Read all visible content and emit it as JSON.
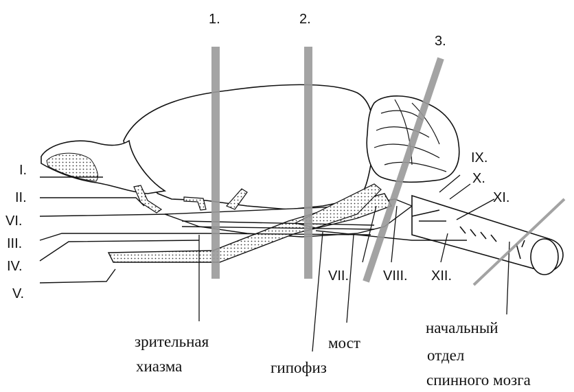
{
  "cuts": [
    {
      "number": "1.",
      "color": "#9a9a9a"
    },
    {
      "number": "2.",
      "color": "#9a9a9a"
    },
    {
      "number": "3.",
      "color": "#9a9a9a"
    }
  ],
  "nerve_labels": {
    "I": "I.",
    "II": "II.",
    "VI": "VI.",
    "III": "III.",
    "IV": "IV.",
    "V": "V.",
    "VII": "VII.",
    "VIII": "VIII.",
    "IX": "IX.",
    "X": "X.",
    "XI": "XI.",
    "XII": "XII."
  },
  "structures": {
    "chiasm_line1": "зрительная",
    "chiasm_line2": "хиазма",
    "pituitary": "гипофиз",
    "pons": "мост",
    "spinal_line1": "начальный",
    "spinal_line2": "отдел",
    "spinal_line3": "спинного мозга"
  },
  "colors": {
    "ink": "#111111",
    "cut": "#9a9a9a",
    "stipple": "#333333"
  }
}
